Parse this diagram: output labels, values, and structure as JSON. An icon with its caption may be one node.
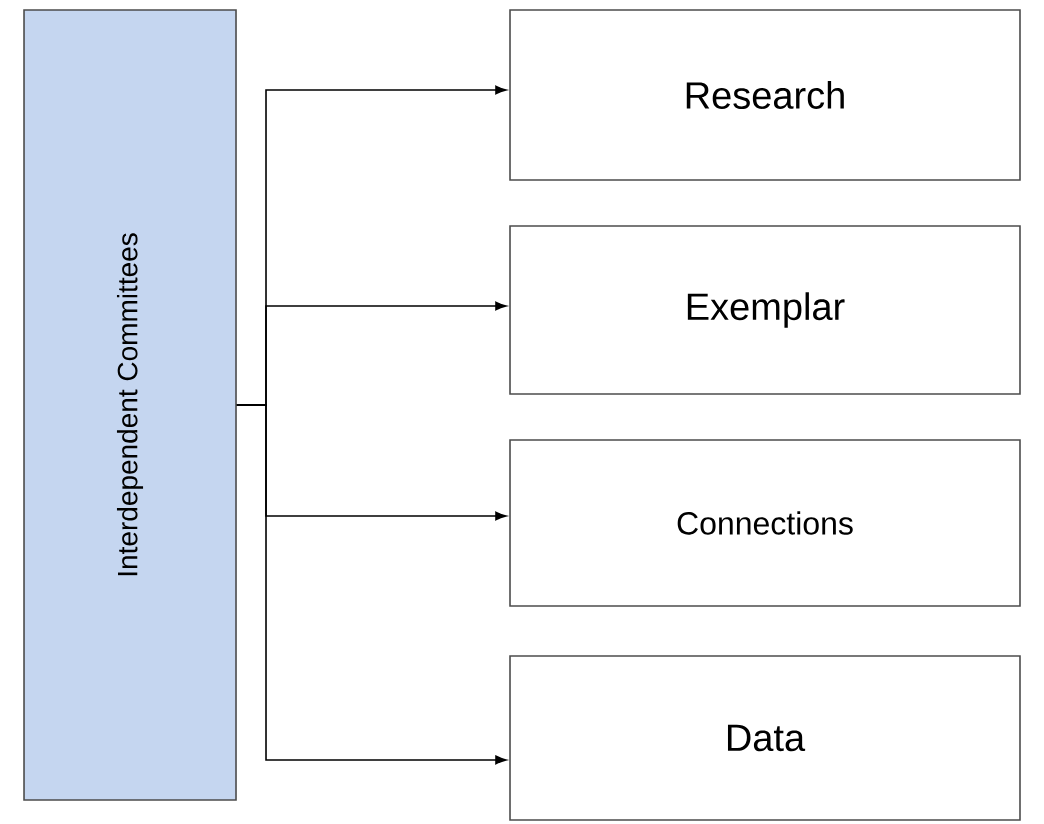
{
  "diagram": {
    "nodes": [
      {
        "text": [
          "Interdependent Committees"
        ]
      },
      {
        "text": [
          "Research"
        ]
      },
      {
        "text": [
          "Exemplar"
        ]
      },
      {
        "text": [
          "Connections"
        ]
      },
      {
        "text": [
          "Data"
        ]
      }
    ],
    "edges": [
      {
        "from": 0,
        "to": 1,
        "arrow": "to"
      },
      {
        "from": 0,
        "to": 2,
        "arrow": "to"
      },
      {
        "from": 0,
        "to": 3,
        "arrow": "to"
      },
      {
        "from": 0,
        "to": 4,
        "arrow": "to"
      }
    ]
  }
}
